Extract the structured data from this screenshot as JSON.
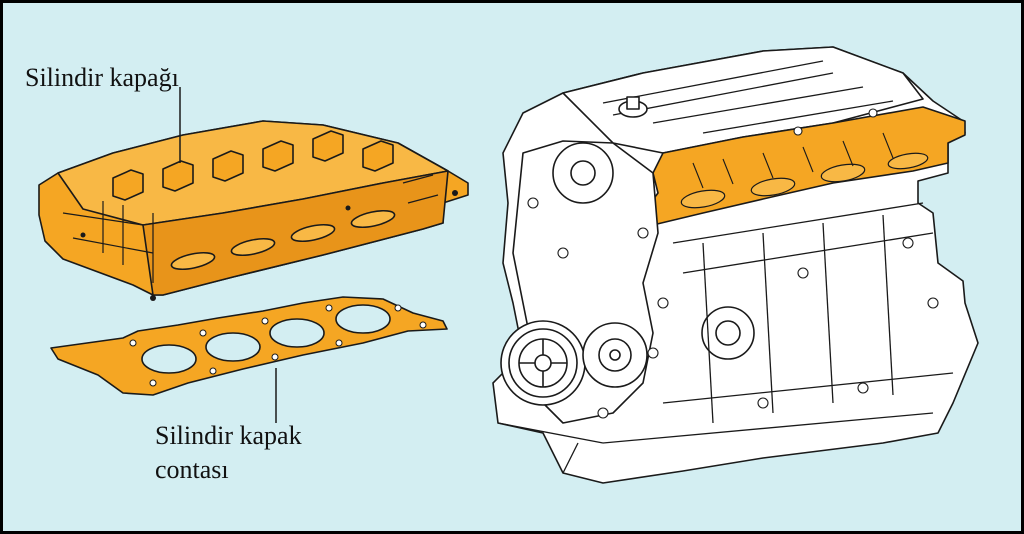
{
  "colors": {
    "background": "#d3eef2",
    "frame": "#000000",
    "highlight": "#f5a623",
    "highlight_dark": "#d47f0a",
    "outline": "#1a1a1a",
    "engine_fill": "#ffffff"
  },
  "labels": {
    "cylinder_head": "Silindir kapağı",
    "gasket_line1": "Silindir kapak",
    "gasket_line2": "contası"
  }
}
